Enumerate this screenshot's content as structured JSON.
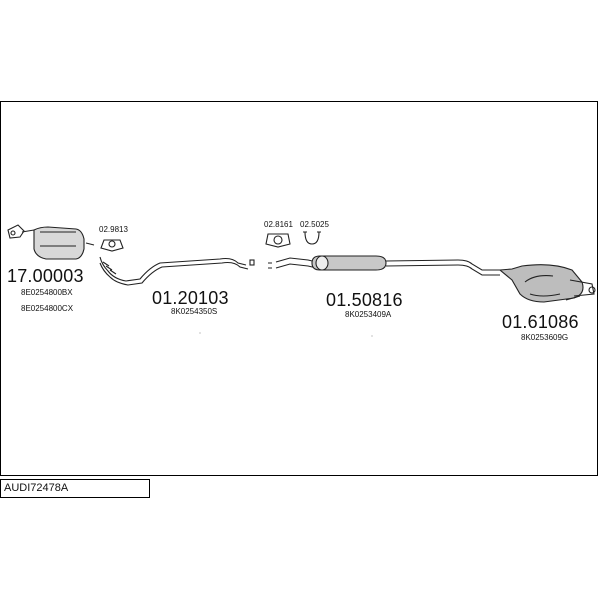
{
  "diagram_code": "AUDI72478A",
  "parts": [
    {
      "number": "17.00003",
      "refs": [
        "8E0254800BX",
        "8E0254800CX"
      ],
      "icon": "catalytic-converter-icon"
    },
    {
      "number": "01.20103",
      "refs": [
        "8K0254350S"
      ],
      "icon": "front-pipe-icon"
    },
    {
      "number": "01.50816",
      "refs": [
        "8K0253409A"
      ],
      "icon": "centre-silencer-icon"
    },
    {
      "number": "01.61086",
      "refs": [
        "8K0253609G"
      ],
      "icon": "rear-silencer-icon"
    }
  ],
  "gaskets": [
    {
      "number": "02.9813",
      "icon": "gasket-icon"
    },
    {
      "number": "02.8161",
      "icon": "gasket-icon"
    },
    {
      "number": "02.5025",
      "icon": "clamp-icon"
    }
  ]
}
